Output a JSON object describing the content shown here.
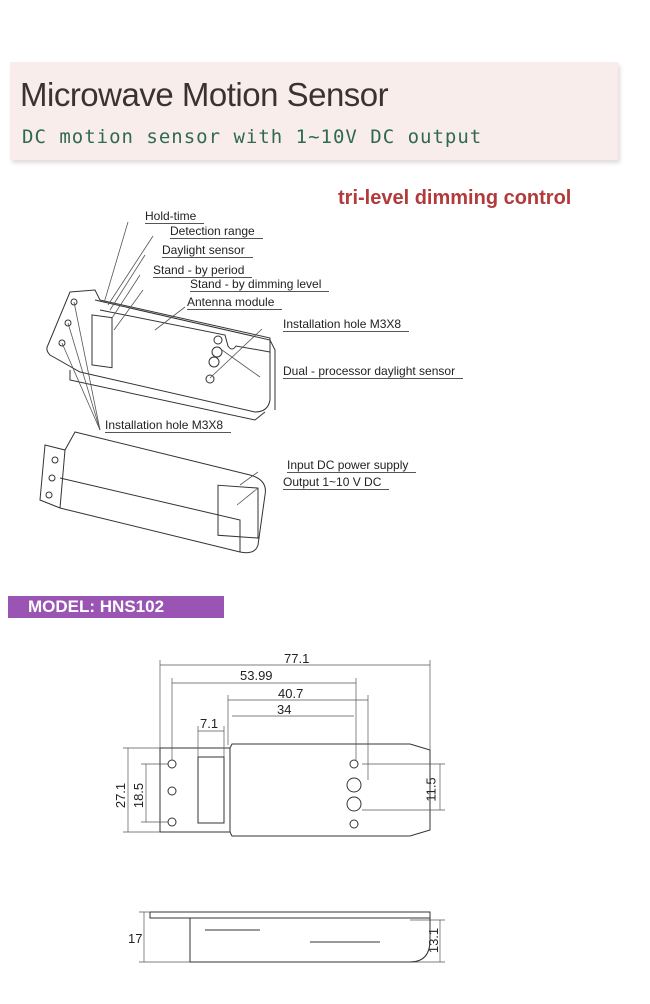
{
  "header": {
    "title": "Microwave Motion Sensor",
    "subtitle": "DC motion sensor with 1~10V DC output"
  },
  "tagline": "tri-level dimming control",
  "callouts": {
    "hold_time": "Hold-time",
    "detection_range": "Detection range",
    "daylight_sensor": "Daylight sensor",
    "standby_period": "Stand - by period",
    "standby_dimming": "Stand - by dimming level",
    "antenna": "Antenna module",
    "install_hole_right": "Installation hole M3X8",
    "dual_processor": "Dual - processor daylight sensor",
    "install_hole_left": "Installation hole M3X8",
    "input_dc": "Input DC power supply",
    "output_dc": "Output 1~10 V DC"
  },
  "model": "MODEL: HNS102",
  "dimensions": {
    "overall_length": "77.1",
    "d1": "53.99",
    "d2": "40.7",
    "d3": "34",
    "dip": "7.1",
    "width": "27.1",
    "hole_span": "18.5",
    "sensor_span": "11.5",
    "height": "17",
    "body_height": "13.1"
  },
  "colors": {
    "title": "#3b3333",
    "subtitle": "#2f6a4c",
    "tagline": "#b23a3a",
    "model_bg": "#9a55b4"
  }
}
